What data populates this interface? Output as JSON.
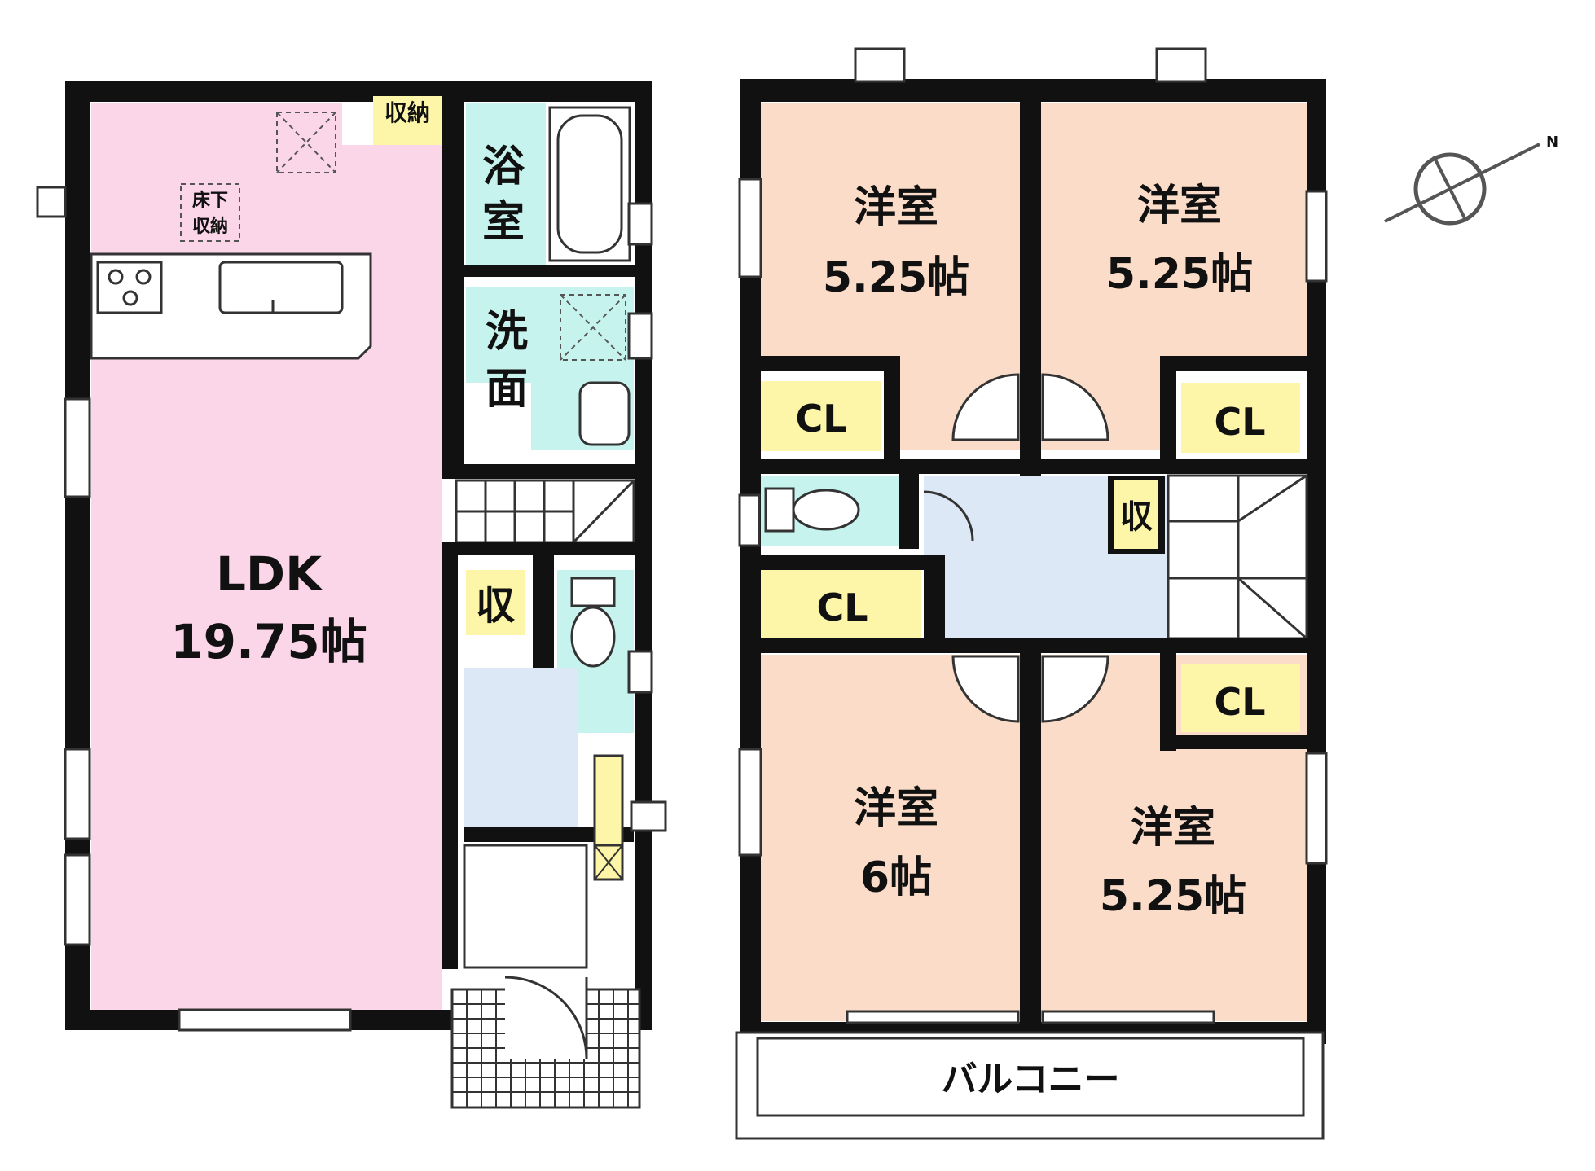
{
  "floor1": {
    "ldk_name": "LDK",
    "ldk_size": "19.75帖",
    "underfloor_storage_top": "床下",
    "underfloor_storage_bottom": "収納",
    "storage_label": "収納",
    "bath_label_1": "浴",
    "bath_label_2": "室",
    "washroom_label_1": "洗",
    "washroom_label_2": "面",
    "closet_label": "収"
  },
  "floor2": {
    "room_nw_name": "洋室",
    "room_nw_size": "5.25帖",
    "room_ne_name": "洋室",
    "room_ne_size": "5.25帖",
    "room_sw_name": "洋室",
    "room_sw_size": "6帖",
    "room_se_name": "洋室",
    "room_se_size": "5.25帖",
    "closet_1": "CL",
    "closet_2": "CL",
    "closet_3": "CL",
    "closet_4": "CL",
    "small_storage": "収",
    "balcony": "バルコニー"
  },
  "compass": {
    "north_label": "N"
  },
  "colors": {
    "ldk": "#fbd6e8",
    "western_room": "#fbdcc8",
    "bath": "#c6f3ee",
    "hall": "#dde8f7",
    "closet": "#fdf6a8",
    "wall": "#111111"
  }
}
